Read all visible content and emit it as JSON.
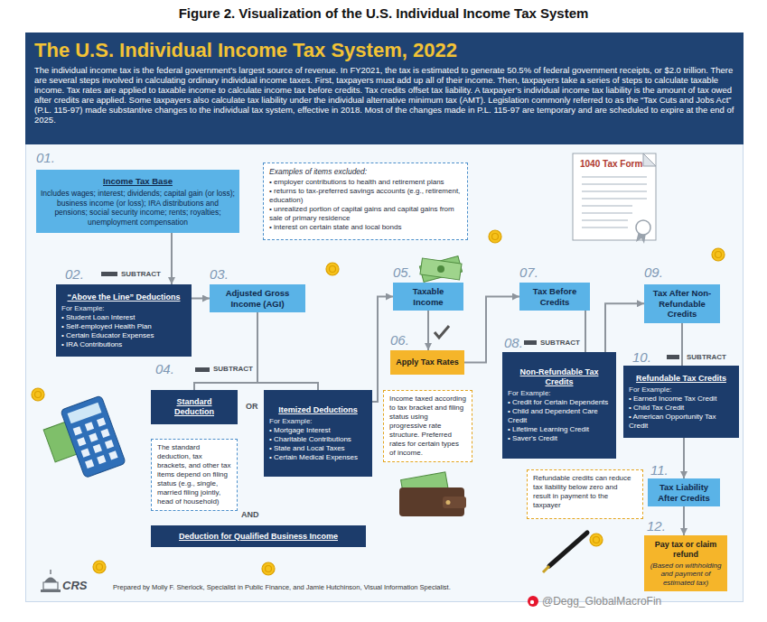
{
  "diagram": {
    "title": "Figure 2. Visualization of the U.S. Individual Income Tax System",
    "nodes": [
      {
        "text": [
          "The U.S. Individual Income Tax System, 2022",
          "The individual income tax is the federal government’s largest source of revenue. In FY2021, the tax is estimated to generate 50.5% of federal government receipts, or $2.0 trillion. There are several steps involved in calculating ordinary individual income taxes. First, taxpayers must add up all of their income. Then, taxpayers take a series of steps to calculate taxable income. Tax rates are applied to taxable income to calculate income tax before credits. Tax credits offset tax liability. A taxpayer’s individual income tax liability is the amount of tax owed after credits are applied. Some taxpayers also calculate tax liability under the individual alternative minimum tax (AMT). Legislation commonly referred to as the “Tax Cuts and Jobs Act” (P.L. 115-97) made substantive changes to the individual tax system, effective in 2018. Most of the changes made in P.L. 115-97 are temporary and are scheduled to expire at the end of 2025."
        ]
      },
      {
        "text": [
          "Income Tax Base",
          "Includes wages; interest; dividends; capital gain (or loss); business income (or loss); IRA distributions and pensions; social security income; rents; royalties; unemployment compensation"
        ]
      },
      {
        "text": [
          "Examples of items excluded:",
          "• employer contributions to health and retirement plans",
          "• returns to tax-preferred savings accounts (e.g., retirement, education)",
          "• unrealized portion of capital gains and capital gains from sale of primary residence",
          "• interest on certain state and local bonds"
        ]
      },
      {
        "text": [
          "“Above the Line” Deductions",
          "For Example:",
          "• Student Loan Interest",
          "• Self-employed Health Plan",
          "• Certain Educator Expenses",
          "• IRA Contributions"
        ]
      },
      {
        "text": [
          "Adjusted Gross Income (AGI)"
        ]
      },
      {
        "text": [
          "Standard Deduction"
        ]
      },
      {
        "text": [
          "The standard deduction, tax brackets, and other tax items depend on filing status (e.g., single, married filing jointly, head of household)"
        ]
      },
      {
        "text": [
          "Itemized Deductions",
          "For Example:",
          "• Mortgage Interest",
          "• Charitable Contributions",
          "• State and Local Taxes",
          "• Certain Medical Expenses"
        ]
      },
      {
        "text": [
          "Deduction for Qualified Business Income"
        ]
      },
      {
        "text": [
          "Taxable Income"
        ]
      },
      {
        "text": [
          "Apply Tax Rates"
        ]
      },
      {
        "text": [
          "Income taxed according to tax bracket and filing status using progressive rate structure. Preferred rates for certain types of income."
        ]
      },
      {
        "text": [
          "Tax Before Credits"
        ]
      },
      {
        "text": [
          "Non-Refundable Tax Credits",
          "For Example:",
          "• Credit for Certain Dependents",
          "• Child and Dependent Care Credit",
          "• Lifetime Learning Credit",
          "• Saver's Credit"
        ]
      },
      {
        "text": [
          "Tax After Non-Refundable Credits"
        ]
      },
      {
        "text": [
          "Refundable Tax Credits",
          "For Example:",
          "• Earned Income Tax Credit",
          "• Child Tax Credit",
          "• American Opportunity Tax Credit"
        ]
      },
      {
        "text": [
          "Refundable credits can reduce tax liability below zero and result in payment to the taxpayer"
        ]
      },
      {
        "text": [
          "Tax Liability After Credits"
        ]
      },
      {
        "text": [
          "Pay tax or claim refund",
          "(Based on withholding and payment of estimated tax)"
        ]
      }
    ],
    "edges": [
      {
        "from": 1,
        "to": 3,
        "arrow": "to"
      },
      {
        "from": 3,
        "to": 4,
        "arrow": "to"
      },
      {
        "from": 4,
        "to": 5,
        "arrow": "none"
      },
      {
        "from": 4,
        "to": 7,
        "arrow": "none"
      },
      {
        "from": 7,
        "to": 9,
        "arrow": "to"
      },
      {
        "from": 9,
        "to": 10,
        "arrow": "to"
      },
      {
        "from": 10,
        "to": 12,
        "arrow": "to"
      },
      {
        "from": 12,
        "to": 13,
        "arrow": "none"
      },
      {
        "from": 13,
        "to": 14,
        "arrow": "to"
      },
      {
        "from": 14,
        "to": 15,
        "arrow": "none"
      },
      {
        "from": 15,
        "to": 17,
        "arrow": "to"
      },
      {
        "from": 17,
        "to": 18,
        "arrow": "to"
      }
    ],
    "labels": [
      "01.",
      "02.",
      "SUBTRACT",
      "03.",
      "04.",
      "SUBTRACT",
      "OR",
      "AND",
      "05.",
      "06.",
      "07.",
      "08.",
      "SUBTRACT",
      "09.",
      "10.",
      "SUBTRACT",
      "11.",
      "12.",
      "1040 Tax Form",
      "CRS",
      "Prepared by Molly F. Sherlock, Specialist in Public Finance, and Jamie Hutchinson, Visual Information Specialist.",
      "@Degg_GlobalMacroFin"
    ]
  }
}
